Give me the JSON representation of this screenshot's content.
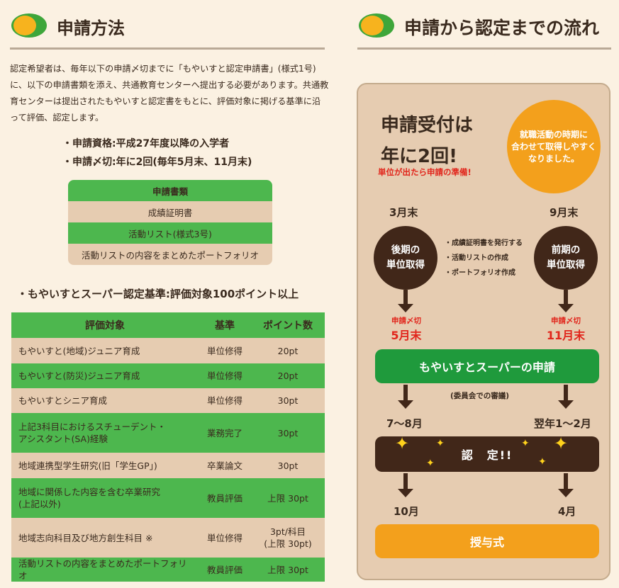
{
  "left": {
    "title": "申請方法",
    "intro": "認定希望者は、毎年以下の申請〆切までに「もやいすと認定申請書」(様式1号)に、以下の申請書類を添え、共通教育センターへ提出する必要があります。共通教育センターは提出されたもやいすと認定書をもとに、評価対象に掲げる基準に沿って評価、認定します。",
    "eligibility": "・申請資格:平成27年度以降の入学者",
    "deadline": "・申請〆切:年に2回(毎年5月末、11月末)",
    "documents": {
      "header": "申請書類",
      "items": [
        "成績証明書",
        "活動リスト(様式3号)",
        "活動リストの内容をまとめたポートフォリオ"
      ]
    },
    "criteria_title": "・もやいすとスーパー認定基準:評価対象100ポイント以上",
    "table": {
      "headers": [
        "評価対象",
        "基準",
        "ポイント数"
      ],
      "rows": [
        [
          "もやいすと(地域)ジュニア育成",
          "単位修得",
          "20pt"
        ],
        [
          "もやいすと(防災)ジュニア育成",
          "単位修得",
          "20pt"
        ],
        [
          "もやいすとシニア育成",
          "単位修得",
          "30pt"
        ],
        [
          "上記3科目におけるスチューデント・\nアシスタント(SA)経験",
          "業務完了",
          "30pt"
        ],
        [
          "地域連携型学生研究(旧「学生GP」)",
          "卒業論文",
          "30pt"
        ],
        [
          "地域に関係した内容を含む卒業研究\n(上記以外)",
          "教員評価",
          "上限 30pt"
        ],
        [
          "地域志向科目及び地方創生科目 ※",
          "単位修得",
          "3pt/科目\n(上限 30pt)"
        ],
        [
          "活動リストの内容をまとめたポートフォリオ",
          "教員評価",
          "上限 30pt"
        ]
      ]
    }
  },
  "right": {
    "title": "申請から認定までの流れ",
    "headline_1": "申請受付は",
    "headline_2": "年に2回!",
    "prep_note": "単位が出たら申請の準備!",
    "bubble": "就職活動の時期に\n合わせて取得しやすく\nなりました。",
    "march": "3月末",
    "september": "9月末",
    "later_term": "後期の\n単位取得",
    "early_term": "前期の\n単位取得",
    "tasks": [
      "・成績証明書を発行する",
      "・活動リストの作成",
      "・ポートフォリオ作成"
    ],
    "deadline_label": "申請〆切",
    "may": "5月末",
    "november": "11月末",
    "super_apply": "もやいすとスーパーの申請",
    "committee": "(委員会での審議)",
    "jul_aug": "7〜8月",
    "jan_feb": "翌年1〜2月",
    "certify": "認　定!!",
    "october": "10月",
    "april": "4月",
    "ceremony": "授与式"
  },
  "colors": {
    "green": "#4db74e",
    "beige": "#e6ccb1",
    "brown": "#412719",
    "orange": "#f3a01c",
    "red": "#e1261c",
    "dark_green": "#1f9a3c"
  },
  "icons": [
    "circle-bullet-icon",
    "sparkle-icon",
    "down-arrow-icon"
  ]
}
